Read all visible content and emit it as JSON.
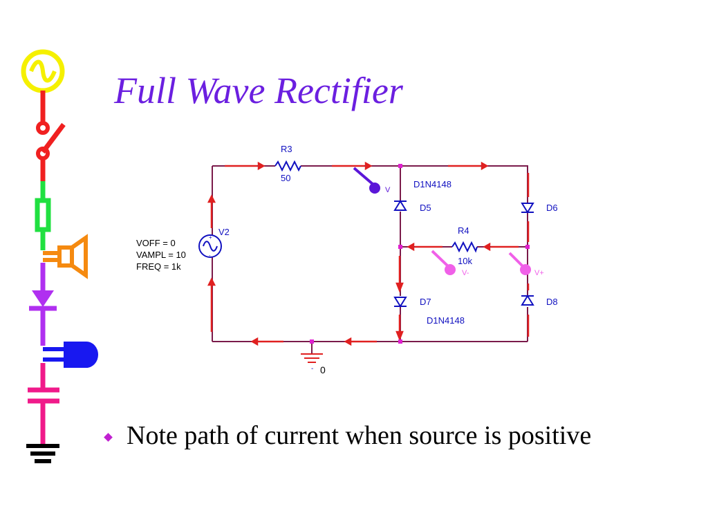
{
  "slide": {
    "title": "Full Wave Rectifier",
    "bullet": "Note path of current when source is positive"
  },
  "circuit": {
    "source": {
      "name": "V2",
      "params": [
        "VOFF = 0",
        "VAMPL = 10",
        "FREQ = 1k"
      ]
    },
    "resistors": [
      {
        "name": "R3",
        "value": "50"
      },
      {
        "name": "R4",
        "value": "10k"
      }
    ],
    "diodes": [
      {
        "name": "D5"
      },
      {
        "name": "D6"
      },
      {
        "name": "D7"
      },
      {
        "name": "D8"
      }
    ],
    "diode_model_top": "D1N4148",
    "diode_model_bottom": "D1N4148",
    "probes": [
      {
        "label": "V",
        "color": "#5b16d8"
      },
      {
        "label": "V-",
        "color": "#f060e8"
      },
      {
        "label": "V+",
        "color": "#f060e8"
      }
    ],
    "ground_label": "0",
    "ground_minus": "-"
  },
  "colors": {
    "title": "#6b1fe0",
    "wire": "#7a1a4a",
    "current_arrow": "#e02020",
    "component": "#1010c0",
    "node": "#e020d0"
  }
}
